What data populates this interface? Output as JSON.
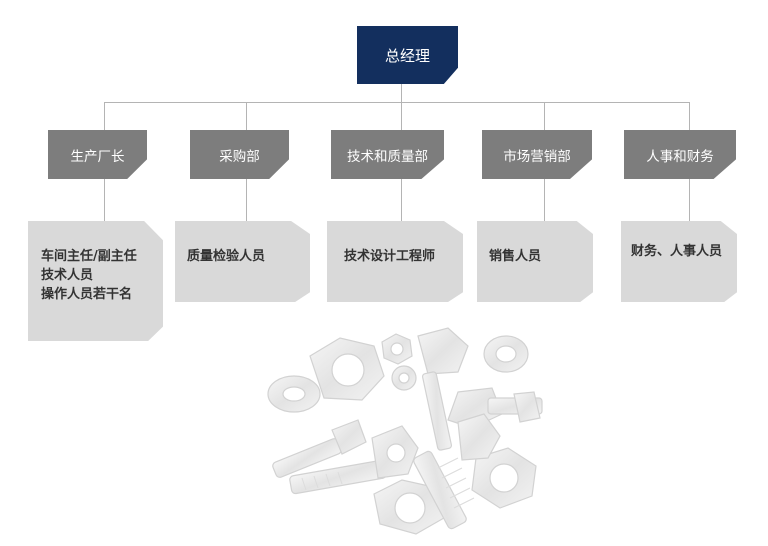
{
  "top": {
    "title": "总经理"
  },
  "departments": [
    {
      "label": "生产厂长",
      "details": [
        "车间主任/副主任",
        "技术人员",
        "操作人员若干名"
      ]
    },
    {
      "label": "采购部",
      "details": [
        "质量检验人员"
      ]
    },
    {
      "label": "技术和质量部",
      "details": [
        "技术设计工程师"
      ]
    },
    {
      "label": "市场营销部",
      "details": [
        "销售人员"
      ]
    },
    {
      "label": "人事和财务",
      "details": [
        "财务、人事人员"
      ]
    }
  ],
  "colors": {
    "top_box": "#132f5e",
    "dept_box": "#7d7d7d",
    "detail_box": "#d9d9d9",
    "connector": "#b4b4b4"
  },
  "decoration": {
    "icon": "nuts-and-bolts-illustration"
  }
}
